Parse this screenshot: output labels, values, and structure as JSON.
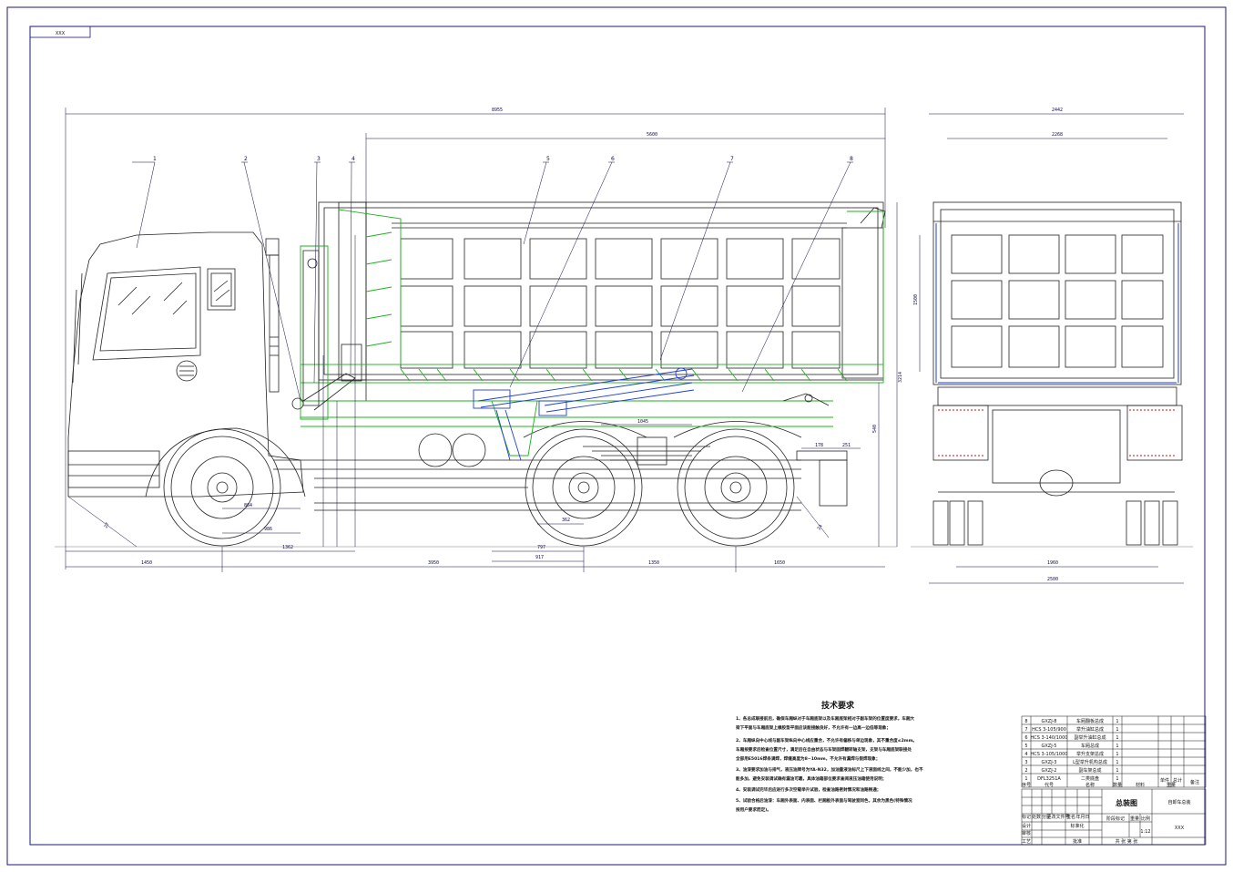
{
  "drawing_code": "XXX",
  "dimensions": {
    "overall_length": "8955",
    "box_length": "5600",
    "wheel_base_front": "3950",
    "wheel_base_rear": "1350",
    "front_overhang": "1450",
    "rear_overhang": "1650",
    "d_1362": "1362",
    "d_986": "986",
    "d_864": "864",
    "d_797": "797",
    "d_917": "917",
    "d_362": "362",
    "d_1045": "1045",
    "d_3214": "3214",
    "d_1500": "1500",
    "d_2268": "2268",
    "d_2442": "2442",
    "d_1960": "1960",
    "d_2500": "2500",
    "d_540": "540",
    "d_178": "178",
    "d_251": "251",
    "angle_front": "27",
    "angle_rear": "24"
  },
  "balloons": [
    "1",
    "2",
    "3",
    "4",
    "5",
    "6",
    "7",
    "8"
  ],
  "requirements": {
    "title": "技术要求",
    "items": [
      "1、各总成联接前后，确保车厢纵对于车厢底架以及车厢底架相对于副车架的位置度要求，车厢大",
      "   梁下平面与车厢底架上橡胶垫平面应该能接触良好，不允许有一边高一边低等现象；",
      "2、车厢纵向中心线与副车架纵向中心线应重合，不允许有偏移与单边现象，其不重合度≤2mm。",
      "   车厢按要求后检查位置尺寸，满足后在自由状态与车架固焊翻转轴支架，支架与车厢底架联接处",
      "   全部用E5016焊条满焊，焊缝高度为8~10mm，不允许有漏焊与假焊现象；",
      "3、油漆要求加油与排气，液压油牌号为YA-N32，加油量液油标尺上下液面线之间，不能少加，也不",
      "   能多加，避免安装调试确有漏油可靠，具体油箱部位要求查阅液压油箱使用说明；",
      "4、安装调试完毕后应进行多次空载举升试验，检查油路密封情况和油路畅通；",
      "5、试验合格后油漆：车厢外表面、内表面、栏厢板外表面与驾驶室同色，其余为黑色(特殊情况",
      "   按用户要求而定)。"
    ]
  },
  "parts_table": {
    "rows": [
      {
        "no": "8",
        "code": "GXZJ-8",
        "name": "车厢翻板总成",
        "qty": "1"
      },
      {
        "no": "7",
        "code": "HCS 3-105/900",
        "name": "举升油缸总成",
        "qty": "1"
      },
      {
        "no": "6",
        "code": "HCS 3-140/1000",
        "name": "副举升油缸总成",
        "qty": "1"
      },
      {
        "no": "5",
        "code": "GXZJ-5",
        "name": "车厢总成",
        "qty": "1"
      },
      {
        "no": "4",
        "code": "HCS 3-105/1000",
        "name": "举升支架总成",
        "qty": "1"
      },
      {
        "no": "3",
        "code": "GXZJ-3",
        "name": "L型举升机构总成",
        "qty": "1"
      },
      {
        "no": "2",
        "code": "GXZJ-2",
        "name": "副车架总成",
        "qty": "1"
      },
      {
        "no": "1",
        "code": "DFL3251A",
        "name": "二类底盘",
        "qty": "1"
      }
    ],
    "header": {
      "no": "序号",
      "code": "代号",
      "name": "名称",
      "qty": "数量",
      "material": "材料",
      "single": "单件",
      "total": "总计",
      "weight": "重量",
      "note": "备注"
    }
  },
  "title_block": {
    "drawing_name": "总装图",
    "company": "XXX",
    "project": "自卸车总装",
    "scale": "1:12",
    "row_labels": [
      "标记",
      "处数",
      "分区",
      "更改文件号",
      "签名",
      "年月日"
    ],
    "left_labels": [
      "设计",
      "审核",
      "工艺"
    ],
    "right_labels": [
      "标准化",
      "批准"
    ],
    "stage_labels": [
      "阶段标记",
      "重量",
      "比例"
    ],
    "sheet": "共    张    第    张"
  }
}
